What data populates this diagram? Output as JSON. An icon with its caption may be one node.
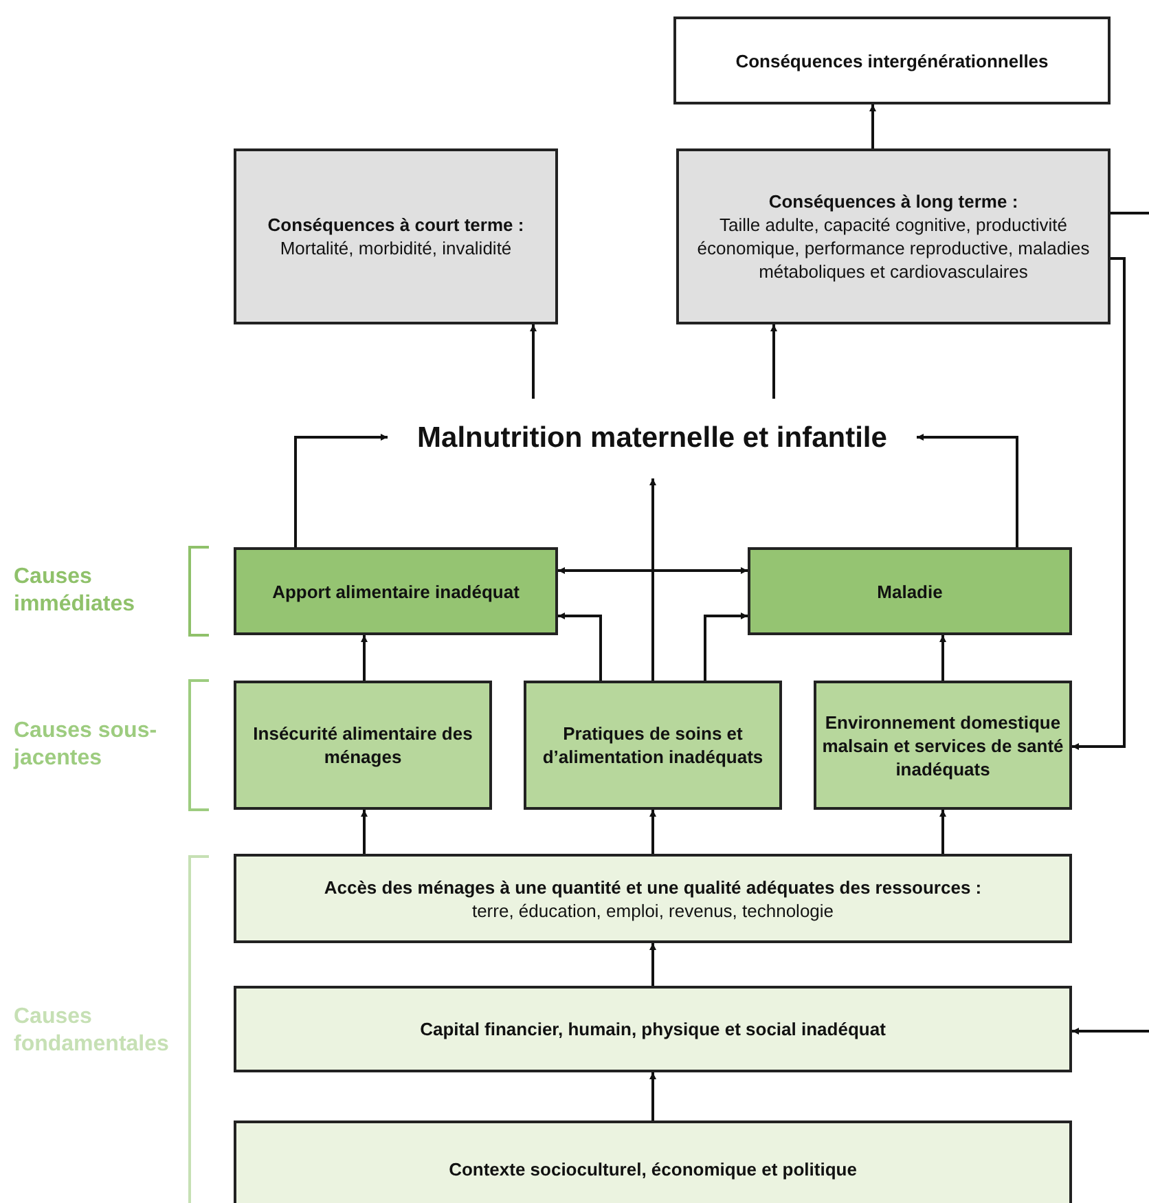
{
  "diagram": {
    "nodes": [
      {
        "text": [
          "Conséquences intergénérationnelles"
        ]
      },
      {
        "text": [
          "Conséquences à court terme :",
          "Mortalité, morbidité, invalidité"
        ]
      },
      {
        "text": [
          "Conséquences à long terme :",
          "Taille adulte, capacité cognitive, productivité économique, performance reproductive, maladies métaboliques et cardiovasculaires"
        ]
      },
      {
        "text": [
          "Malnutrition maternelle et infantile"
        ]
      },
      {
        "text": [
          "Apport alimentaire inadéquat"
        ]
      },
      {
        "text": [
          "Maladie"
        ]
      },
      {
        "text": [
          "Insécurité alimentaire des ménages"
        ]
      },
      {
        "text": [
          "Pratiques de soins et d’alimentation inadéquats"
        ]
      },
      {
        "text": [
          "Environnement domestique malsain et services de santé inadéquats"
        ]
      },
      {
        "text": [
          "Accès des ménages à une quantité et une qualité adéquates des ressources :",
          "terre, éducation, emploi, revenus, technologie"
        ]
      },
      {
        "text": [
          "Capital financier, humain, physique et social inadéquat"
        ]
      },
      {
        "text": [
          "Contexte socioculturel, économique et politique"
        ]
      }
    ],
    "edges": [
      {
        "from": 2,
        "to": 0,
        "arrow": "to"
      },
      {
        "from": 3,
        "to": 1,
        "arrow": "to"
      },
      {
        "from": 3,
        "to": 2,
        "arrow": "to"
      },
      {
        "from": 4,
        "to": 3,
        "arrow": "to"
      },
      {
        "from": 5,
        "to": 3,
        "arrow": "to"
      },
      {
        "from": 7,
        "to": 3,
        "arrow": "to"
      },
      {
        "from": 4,
        "to": 5,
        "arrow": "both"
      },
      {
        "from": 7,
        "to": 4,
        "arrow": "to"
      },
      {
        "from": 7,
        "to": 5,
        "arrow": "to"
      },
      {
        "from": 6,
        "to": 4,
        "arrow": "to"
      },
      {
        "from": 8,
        "to": 5,
        "arrow": "to"
      },
      {
        "from": 9,
        "to": 6,
        "arrow": "to"
      },
      {
        "from": 9,
        "to": 7,
        "arrow": "to"
      },
      {
        "from": 9,
        "to": 8,
        "arrow": "to"
      },
      {
        "from": 10,
        "to": 9,
        "arrow": "to"
      },
      {
        "from": 11,
        "to": 10,
        "arrow": "to"
      },
      {
        "from": 2,
        "to": 8,
        "arrow": "to"
      },
      {
        "from": 2,
        "to": null,
        "arrow": "none"
      },
      {
        "from": null,
        "to": 10,
        "arrow": "to"
      }
    ],
    "labels": [
      "Causes immédiates",
      "Causes sous-jacentes",
      "Causes fondamentales"
    ]
  }
}
